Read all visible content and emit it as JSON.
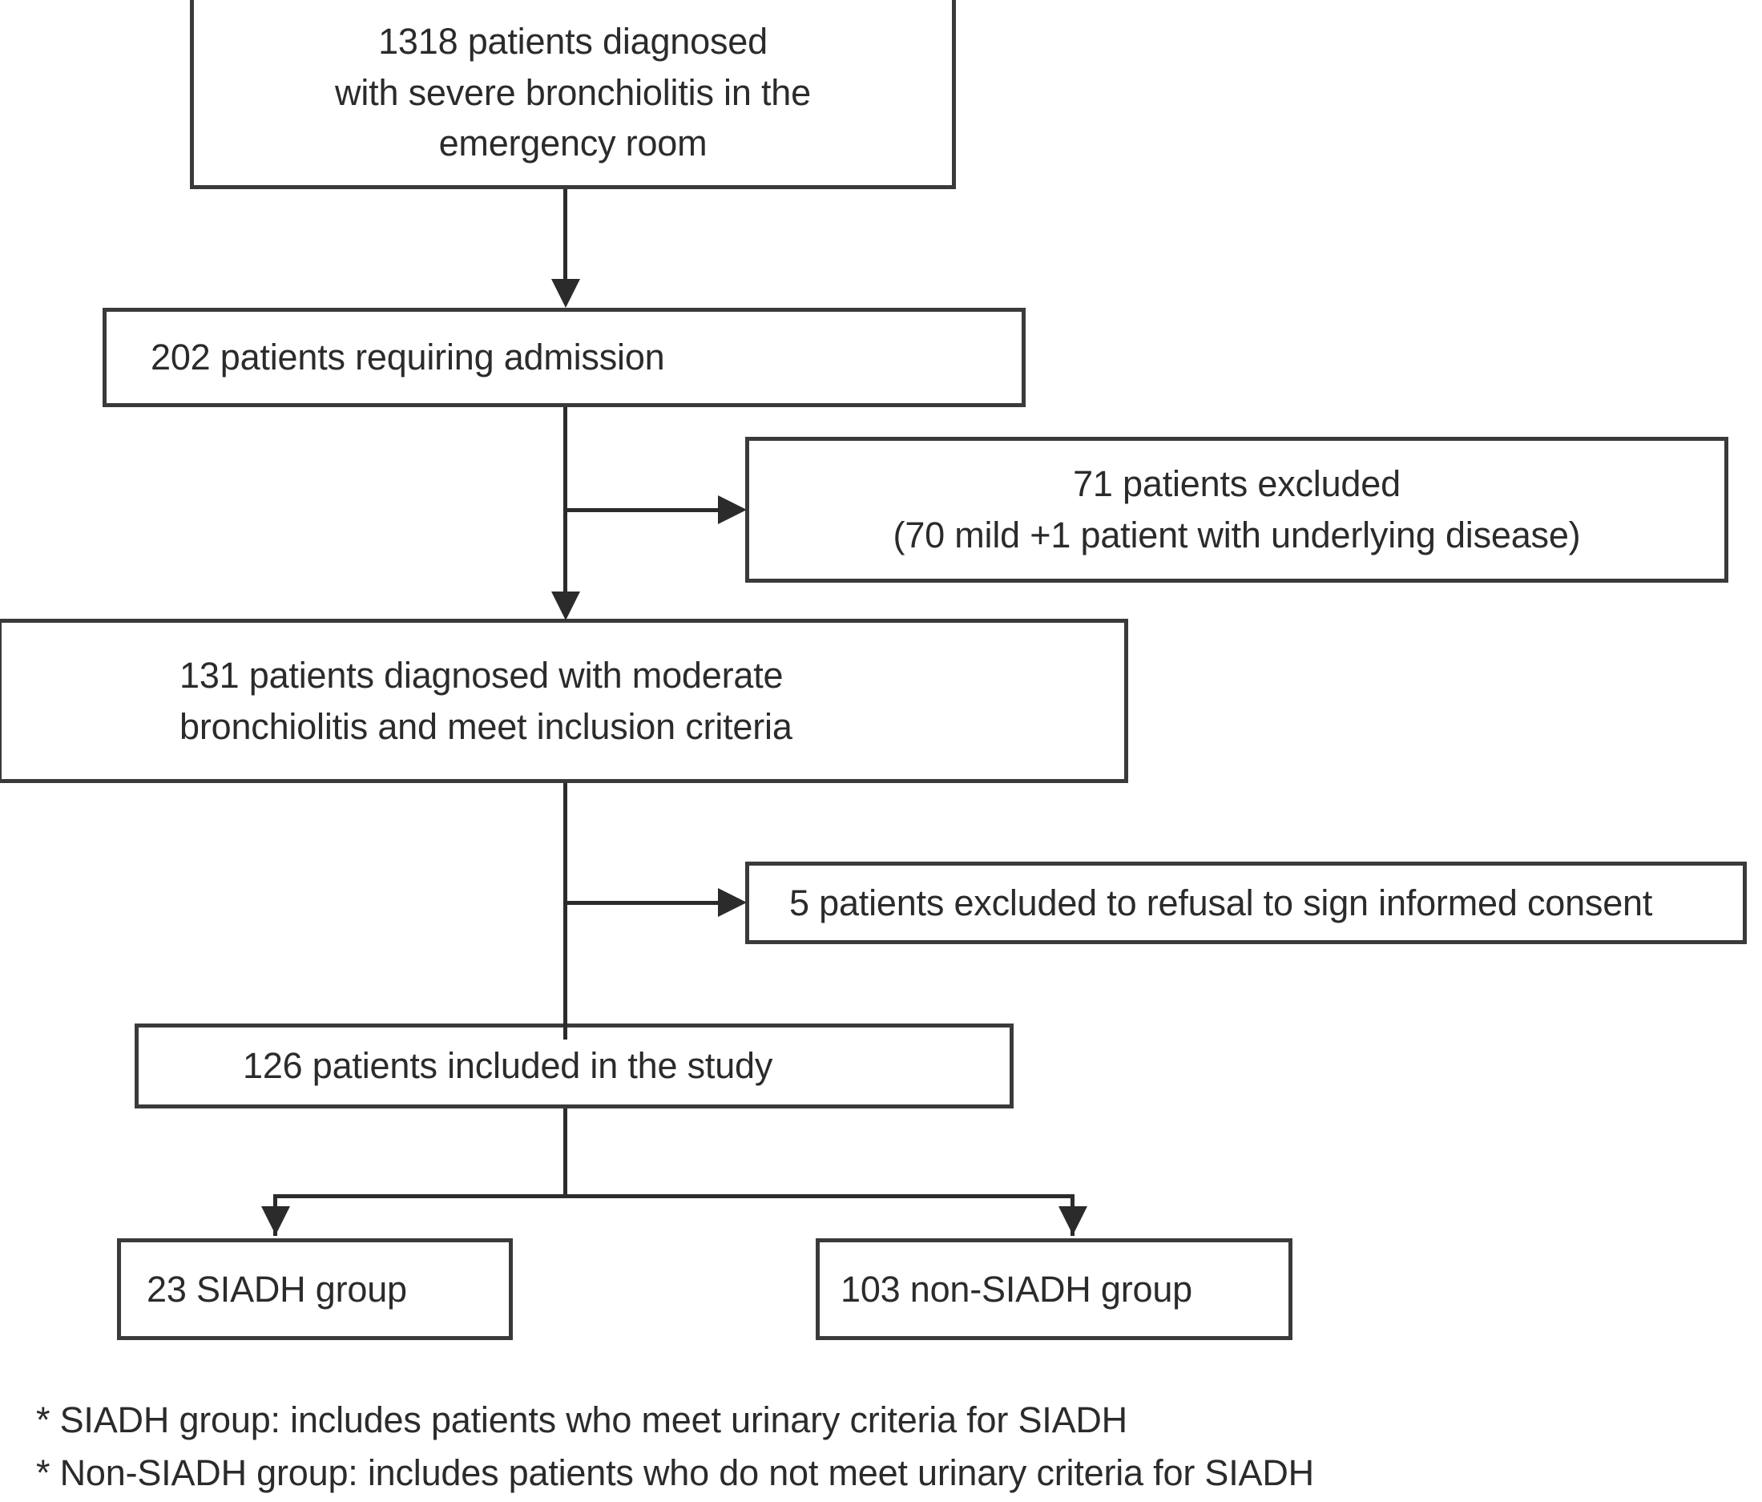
{
  "diagram": {
    "type": "flowchart",
    "title": "Patient selection flow diagram",
    "colors": {
      "box_border": "#3a3a3a",
      "line": "#2b2b2b",
      "text": "#2b2b2b",
      "background": "#ffffff"
    },
    "nodes": {
      "screened": {
        "id": "screened",
        "label": "1318 patients diagnosed\nwith severe bronchiolitis in the\nemergency room",
        "count": 1318
      },
      "admitted": {
        "id": "admitted",
        "label": "202 patients requiring admission",
        "count": 202
      },
      "excluded_71": {
        "id": "excluded_71",
        "label": "71 patients excluded\n(70 mild +1 patient with underlying disease)",
        "count": 71
      },
      "eligible": {
        "id": "eligible",
        "label": "131 patients diagnosed with moderate\nbronchiolitis and meet inclusion criteria",
        "count": 131
      },
      "excluded_5": {
        "id": "excluded_5",
        "label": "5 patients excluded to refusal to sign informed consent",
        "count": 5
      },
      "included": {
        "id": "included",
        "label": "126 patients included in the study",
        "count": 126
      },
      "siadh": {
        "id": "siadh",
        "label": "23 SIADH group",
        "count": 23
      },
      "non_siadh": {
        "id": "non_siadh",
        "label": "103 non-SIADH group",
        "count": 103
      }
    },
    "edges": [
      {
        "from": "screened",
        "to": "admitted",
        "direction": "down"
      },
      {
        "from": "admitted",
        "to": "excluded_71",
        "direction": "right"
      },
      {
        "from": "admitted",
        "to": "eligible",
        "direction": "down"
      },
      {
        "from": "eligible",
        "to": "excluded_5",
        "direction": "right"
      },
      {
        "from": "eligible",
        "to": "included",
        "direction": "down"
      },
      {
        "from": "included",
        "to": "siadh",
        "direction": "down-left"
      },
      {
        "from": "included",
        "to": "non_siadh",
        "direction": "down-right"
      }
    ],
    "footnotes": [
      "* SIADH group: includes patients who meet urinary criteria for SIADH",
      "* Non-SIADH group: includes patients who do not meet urinary criteria for SIADH"
    ]
  }
}
